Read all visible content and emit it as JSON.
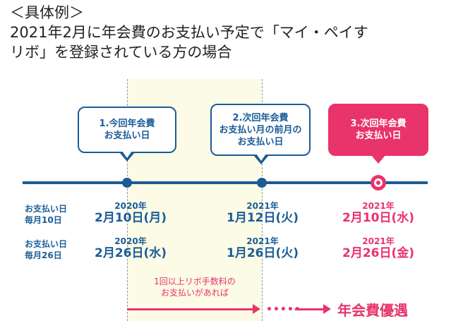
{
  "intro": {
    "line1": "＜具体例＞",
    "line2": "2021年2月に年会費のお支払い予定で「マイ・ペイす",
    "line3": "リボ」を登録されている方の場合"
  },
  "callouts": [
    {
      "line1": "1.今回年会費",
      "line2": "お支払い日",
      "line3": ""
    },
    {
      "line1": "2.次回年会費",
      "line2": "お支払い月の前月の",
      "line3": "お支払い日"
    },
    {
      "line1": "3.次回年会費",
      "line2": "お支払い日",
      "line3": ""
    }
  ],
  "rows": [
    {
      "label1": "お支払い日",
      "label2": "毎月10日"
    },
    {
      "label1": "お支払い日",
      "label2": "毎月26日"
    }
  ],
  "dates": {
    "r1": [
      {
        "year": "2020年",
        "md": "2月10日(月)"
      },
      {
        "year": "2021年",
        "md": "1月12日(火)"
      },
      {
        "year": "2021年",
        "md": "2月10日(水)"
      }
    ],
    "r2": [
      {
        "year": "2020年",
        "md": "2月26日(水)"
      },
      {
        "year": "2021年",
        "md": "1月26日(火)"
      },
      {
        "year": "2021年",
        "md": "2月26日(金)"
      }
    ]
  },
  "fee_note": {
    "line1": "1回以上リボ手数料の",
    "line2": "お支払いがあれば"
  },
  "dots": "•••••",
  "benefit": "年会費優遇",
  "colors": {
    "navy": "#1b5c97",
    "pink": "#e8336b",
    "band": "#fbfbe6"
  }
}
